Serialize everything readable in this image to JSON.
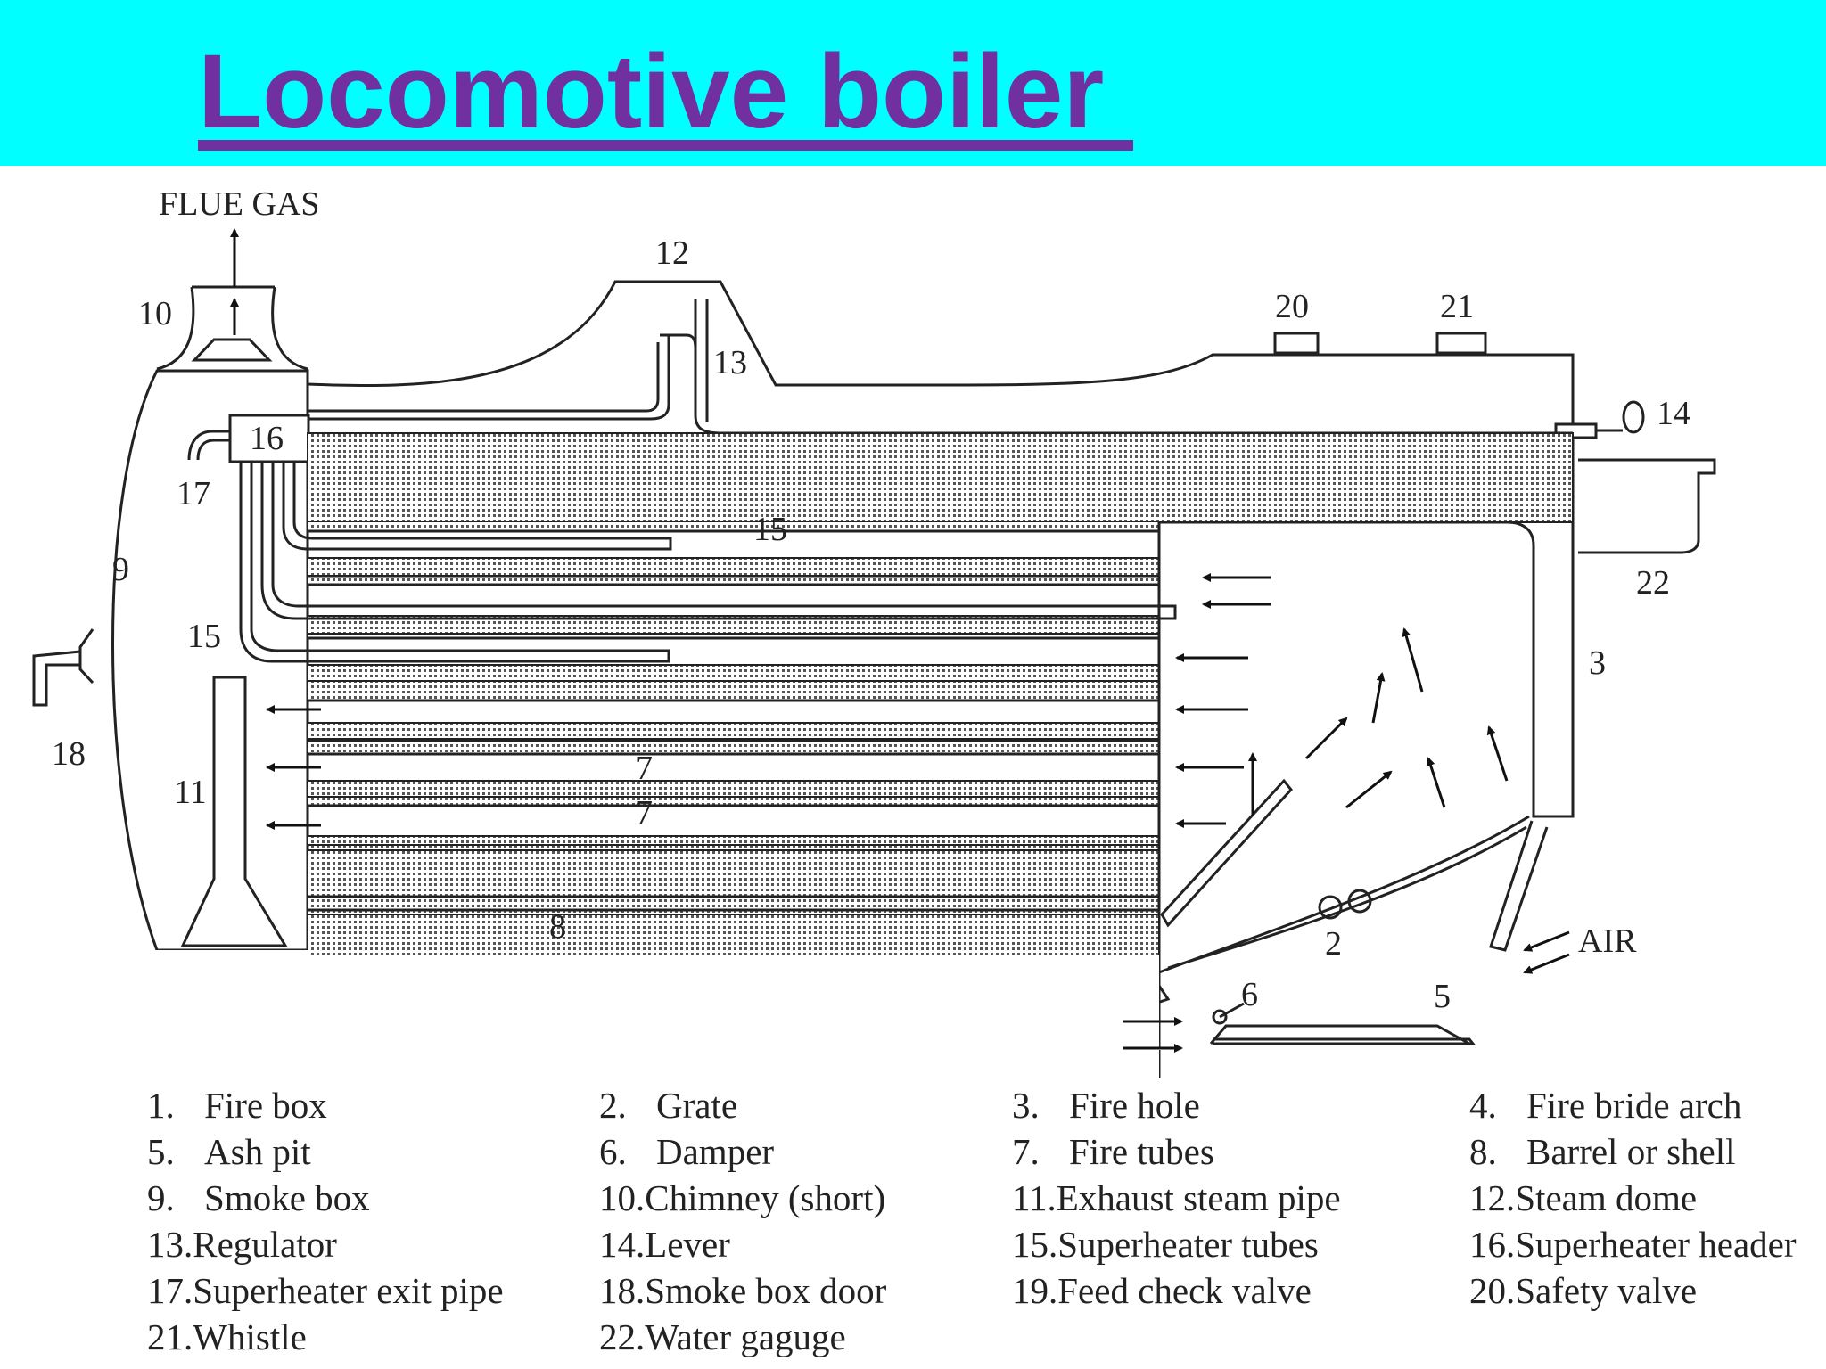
{
  "header": {
    "title": "Locomotive boiler ",
    "background_color": "#00ffff",
    "title_color": "#7030a0"
  },
  "diagram": {
    "labels": {
      "flue_gas": "FLUE GAS",
      "air": "AIR",
      "l2": "2",
      "l3": "3",
      "l5": "5",
      "l6": "6",
      "l7a": "7",
      "l7b": "7",
      "l8": "8",
      "l9": "9",
      "l10": "10",
      "l11": "11",
      "l12": "12",
      "l13": "13",
      "l14": "14",
      "l15a": "15",
      "l15b": "15",
      "l16": "16",
      "l17": "17",
      "l18": "18",
      "l20": "20",
      "l21": "21",
      "l22": "22"
    }
  },
  "legend": {
    "items": [
      {
        "num": "1.",
        "text": "Fire box"
      },
      {
        "num": "2.",
        "text": "Grate"
      },
      {
        "num": "3.",
        "text": "Fire hole"
      },
      {
        "num": "4.",
        "text": "Fire bride arch"
      },
      {
        "num": "5.",
        "text": "Ash pit"
      },
      {
        "num": "6.",
        "text": "Damper"
      },
      {
        "num": "7.",
        "text": "Fire tubes"
      },
      {
        "num": "8.",
        "text": "Barrel or shell"
      },
      {
        "num": "9.",
        "text": "Smoke box"
      },
      {
        "num": "10.",
        "text": "Chimney (short)"
      },
      {
        "num": "11.",
        "text": "Exhaust steam pipe"
      },
      {
        "num": "12.",
        "text": "Steam dome"
      },
      {
        "num": "13.",
        "text": "Regulator"
      },
      {
        "num": "14.",
        "text": "Lever"
      },
      {
        "num": "15.",
        "text": "Superheater tubes"
      },
      {
        "num": "16.",
        "text": "Superheater header"
      },
      {
        "num": "17.",
        "text": "Superheater exit pipe"
      },
      {
        "num": "18.",
        "text": "Smoke box door"
      },
      {
        "num": "19.",
        "text": "Feed check valve"
      },
      {
        "num": "20.",
        "text": "Safety valve"
      },
      {
        "num": "21.",
        "text": "Whistle"
      },
      {
        "num": "22.",
        "text": "Water gaguge"
      }
    ]
  }
}
